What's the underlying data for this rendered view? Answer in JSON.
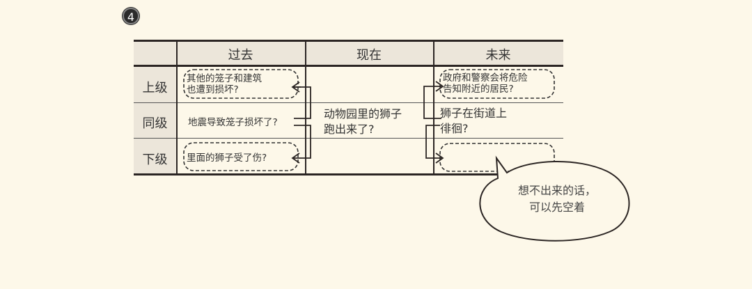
{
  "step_badge": "4",
  "table": {
    "columns": [
      "",
      "过去",
      "现在",
      "未来"
    ],
    "rows": [
      {
        "label": "上级",
        "past": "其他的笼子和建筑\n也遭到损坏?",
        "future": "政府和警察会将危险\n告知附近的居民?"
      },
      {
        "label": "同级",
        "past": "地震导致笼子损坏了?",
        "present": "动物园里的狮子\n跑出来了?",
        "future": "狮子在街道上\n徘徊?"
      },
      {
        "label": "下级",
        "past": "里面的狮子受了伤?",
        "future": ""
      }
    ]
  },
  "callout": {
    "text_line1": "想不出来的话，",
    "text_line2": "可以先空着"
  },
  "colors": {
    "background": "#fdf8e9",
    "header_fill": "#ece6da",
    "line": "#2b2523"
  }
}
